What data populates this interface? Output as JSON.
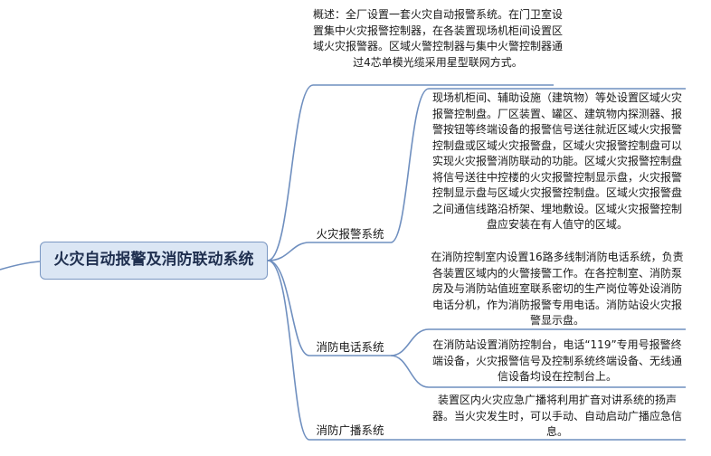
{
  "root": {
    "label": "火灾自动报警及消防联动系统"
  },
  "overview": {
    "text": "概述：全厂设置一套火灾自动报警系统。在门卫室设置集中火灾报警控制器，在各装置现场机柜间设置区域火灾报警器。区域火警控制器与集中火警控制器通过4芯单模光缆采用星型联网方式。"
  },
  "branches": [
    {
      "label": "火灾报警系统"
    },
    {
      "label": "消防电话系统"
    },
    {
      "label": "消防广播系统"
    }
  ],
  "leaves": [
    {
      "text": "现场机柜间、辅助设施（建筑物）等处设置区域火灾报警控制盘。厂区装置、罐区、建筑物内探测器、报警按钮等终端设备的报警信号送往就近区域火灾报警控制盘或区域火灾报警盘，区域火灾报警控制盘可以实现火灾报警消防联动的功能。区域火灾报警控制盘将信号送往中控楼的火灾报警控制显示盘，火灾报警控制显示盘与区域火灾报警控制盘。区域火灾报警盘之间通信线路沿桥架、埋地敷设。区域火灾报警控制盘应安装在有人值守的区域。"
    },
    {
      "text": "在消防控制室内设置16路多线制消防电话系统，负责各装置区域内的火警接警工作。在各控制室、消防泵房及与消防站值班室联系密切的生产岗位等处设消防电话分机，作为消防报警专用电话。消防站设火灾报警显示盘。"
    },
    {
      "text": "在消防站设置消防控制台，电话“119”专用号报警终端设备，火灾报警信号及控制系统终端设备、无线通信设备均设在控制台上。"
    },
    {
      "text": "装置区内火灾应急广播将利用扩音对讲系统的扬声器。当火灾发生时，可以手动、自动启动广播应急信息。"
    }
  ],
  "colors": {
    "line": "#6f8fbf",
    "root_fill": "#dbe6f4",
    "root_border": "#7a97c2"
  }
}
